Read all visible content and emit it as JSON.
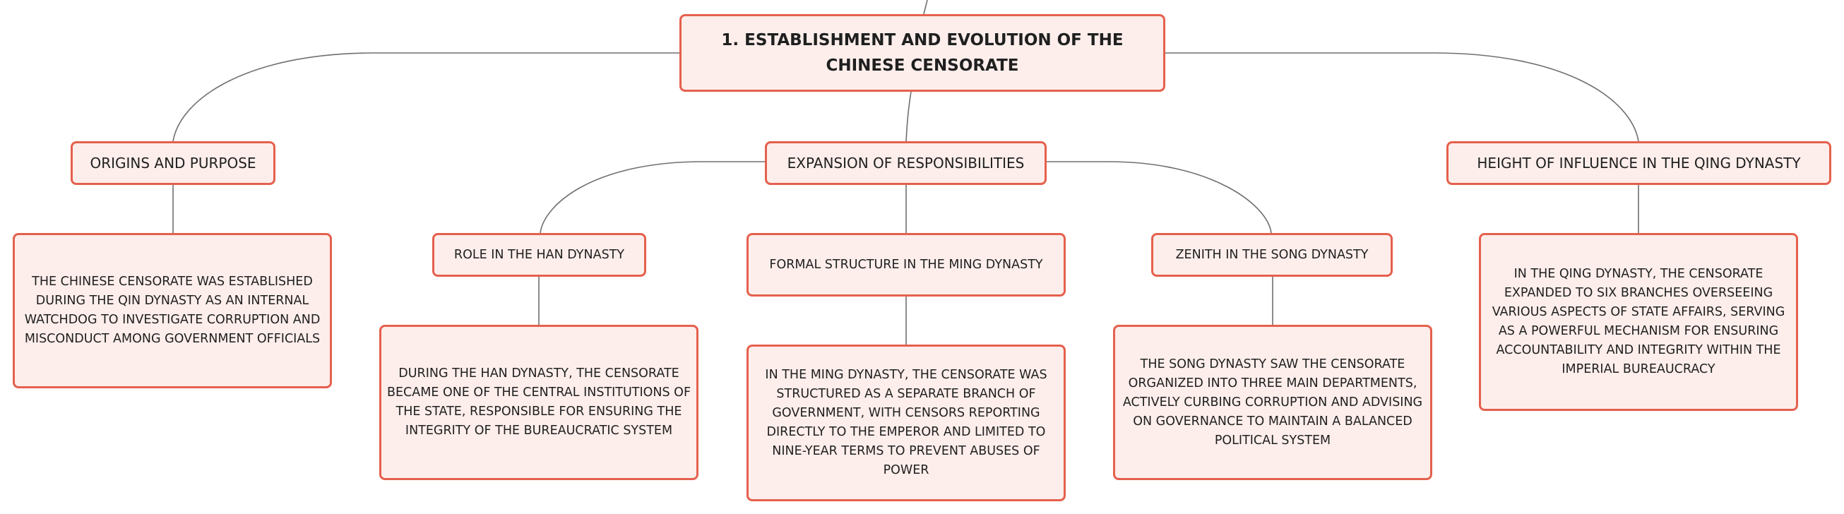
{
  "colors": {
    "node_fill": "#fdeeeb",
    "node_border": "#e5604d",
    "connector": "#6f6f6f",
    "text": "#1f1f1f"
  },
  "mindmap": {
    "root": {
      "title": "1. ESTABLISHMENT AND EVOLUTION OF THE CHINESE CENSORATE"
    },
    "branches": [
      {
        "title": "ORIGINS AND PURPOSE",
        "description": "THE CHINESE CENSORATE WAS ESTABLISHED DURING THE QIN DYNASTY AS AN INTERNAL WATCHDOG TO INVESTIGATE CORRUPTION AND MISCONDUCT AMONG GOVERNMENT OFFICIALS"
      },
      {
        "title": "EXPANSION OF RESPONSIBILITIES",
        "children": [
          {
            "title": "ROLE IN THE HAN DYNASTY",
            "description": "DURING THE HAN DYNASTY, THE CENSORATE BECAME ONE OF THE CENTRAL INSTITUTIONS OF THE STATE, RESPONSIBLE FOR ENSURING THE INTEGRITY OF THE BUREAUCRATIC SYSTEM"
          },
          {
            "title": "FORMAL STRUCTURE IN THE MING DYNASTY",
            "description": "IN THE MING DYNASTY, THE CENSORATE WAS STRUCTURED AS A SEPARATE BRANCH OF GOVERNMENT, WITH CENSORS REPORTING DIRECTLY TO THE EMPEROR AND LIMITED TO NINE-YEAR TERMS TO PREVENT ABUSES OF POWER"
          },
          {
            "title": "ZENITH IN THE SONG DYNASTY",
            "description": "THE SONG DYNASTY SAW THE CENSORATE ORGANIZED INTO THREE MAIN DEPARTMENTS, ACTIVELY CURBING CORRUPTION AND ADVISING ON GOVERNANCE TO MAINTAIN A BALANCED POLITICAL SYSTEM"
          }
        ]
      },
      {
        "title": "HEIGHT OF INFLUENCE IN THE QING DYNASTY",
        "description": "IN THE QING DYNASTY, THE CENSORATE EXPANDED TO SIX BRANCHES OVERSEEING VARIOUS ASPECTS OF STATE AFFAIRS, SERVING AS A POWERFUL MECHANISM FOR ENSURING ACCOUNTABILITY AND INTEGRITY WITHIN THE IMPERIAL BUREAUCRACY"
      }
    ]
  }
}
